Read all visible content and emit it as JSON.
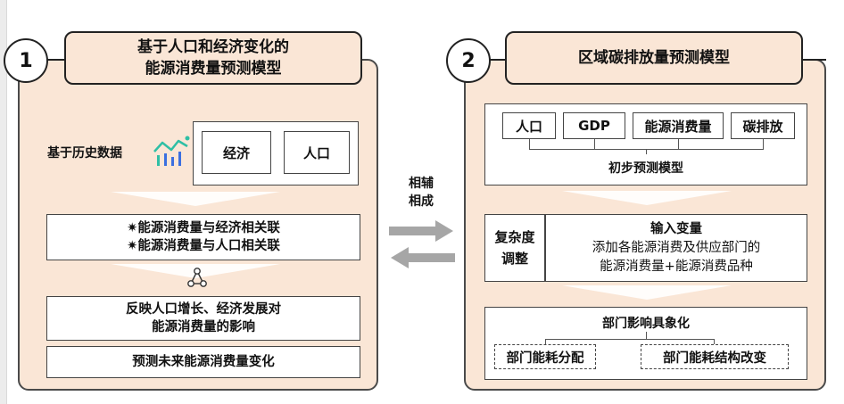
{
  "left_panel": {
    "number": "1",
    "title_line1": "基于人口和经济变化的",
    "title_line2": "能源消费量预测模型",
    "history_label": "基于历史数据",
    "chart_icon": "trend-chart-icon",
    "factor_1": "经济",
    "factor_2": "人口",
    "correlation_1": "✷能源消费量与经济相关联",
    "correlation_2": "✷能源消费量与人口相关联",
    "network_icon": "network-nodes-icon",
    "reflect_line1": "反映人口增长、经济发展对",
    "reflect_line2": "能源消费量的影响",
    "predict": "预测未来能源消费量变化"
  },
  "middle": {
    "label_line1": "相辅",
    "label_line2": "相成",
    "arrow_right_icon": "arrow-right-icon",
    "arrow_left_icon": "arrow-left-icon"
  },
  "right_panel": {
    "number": "2",
    "title": "区域碳排放量预测模型",
    "inputs": [
      "人口",
      "GDP",
      "能源消费量",
      "碳排放"
    ],
    "initial_model": "初步预测模型",
    "complexity_line1": "复杂度",
    "complexity_line2": "调整",
    "input_var_title": "输入变量",
    "input_var_line1": "添加各能源消费及供应部门的",
    "input_var_line2": "能源消费量+能源消费品种",
    "sector_title": "部门影响具象化",
    "sector_1": "部门能耗分配",
    "sector_2": "部门能耗结构改变"
  },
  "colors": {
    "panel_fill": "#fae6d6",
    "border": "#4a4a4a",
    "arrow_gray": "#a6a6a6",
    "icon_teal": "#2fbfa5",
    "icon_blue": "#3b6fe0"
  }
}
